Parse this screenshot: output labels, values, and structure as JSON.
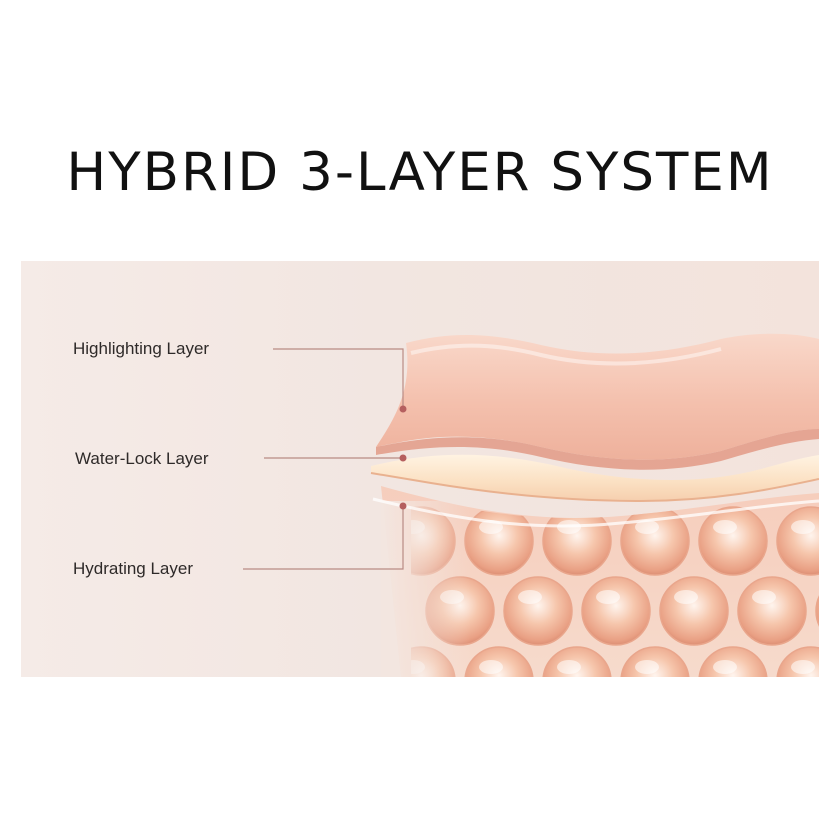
{
  "title": "HYBRID 3-LAYER SYSTEM",
  "layers": [
    {
      "label": "Highlighting Layer"
    },
    {
      "label": "Water-Lock Layer"
    },
    {
      "label": "Hydrating Layer"
    }
  ],
  "colors": {
    "title": "#111111",
    "label_text": "#2e2a29",
    "leader_line": "#b98b84",
    "marker_dot": "#b55f5f",
    "highlighting_layer": "#f4c2b0",
    "water_lock_layer": "#fbe3c4",
    "hydrating_bubbles": "#f2b79e"
  }
}
